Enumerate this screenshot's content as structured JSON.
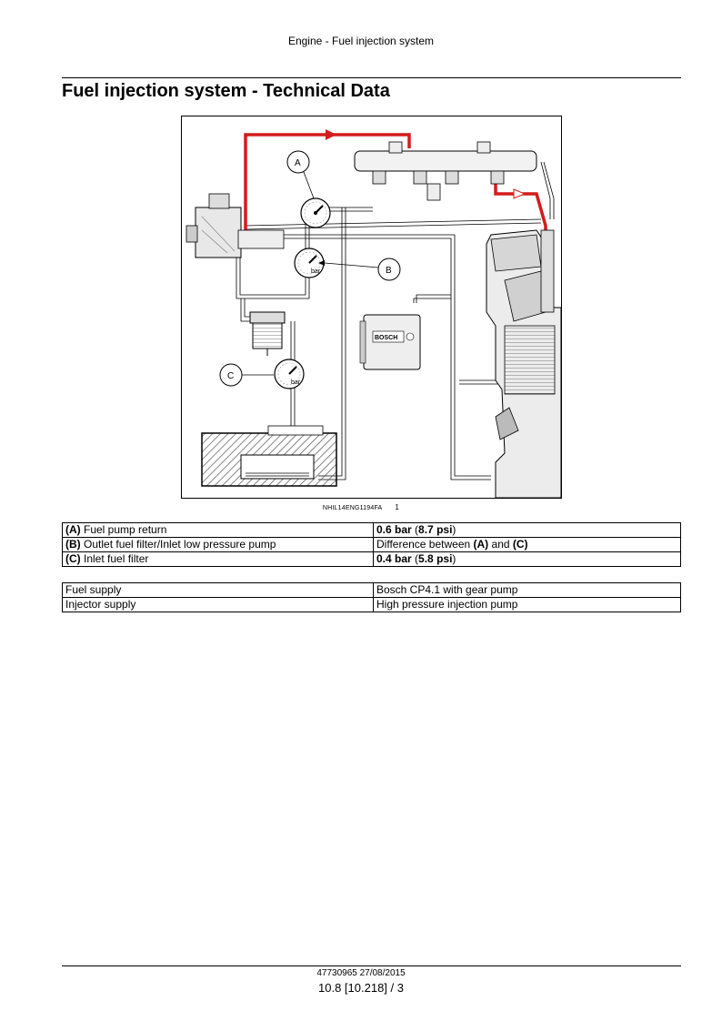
{
  "header": {
    "title": "Engine - Fuel injection system"
  },
  "page_title": "Fuel injection system - Technical Data",
  "figure": {
    "labels": {
      "a": "A",
      "b": "B",
      "c": "C"
    },
    "gauge_unit": "bar",
    "ecu_brand": "BOSCH",
    "caption_code": "NHIL14ENG1194FA",
    "caption_number": "1",
    "colors": {
      "high_pressure": "#d41c1c",
      "line": "#000000",
      "hatch": "#555555"
    }
  },
  "table_1": {
    "rows": [
      {
        "key": "(A)",
        "label": " Fuel pump return",
        "value_parts": [
          {
            "text": "0.6 bar",
            "bold": true
          },
          {
            "text": " (",
            "bold": false
          },
          {
            "text": "8.7 psi",
            "bold": true
          },
          {
            "text": ")",
            "bold": false
          }
        ]
      },
      {
        "key": "(B)",
        "label": " Outlet fuel filter/Inlet low pressure pump",
        "value_parts": [
          {
            "text": "Difference between ",
            "bold": false
          },
          {
            "text": "(A)",
            "bold": true
          },
          {
            "text": " and ",
            "bold": false
          },
          {
            "text": "(C)",
            "bold": true
          }
        ]
      },
      {
        "key": "(C)",
        "label": " Inlet fuel filter",
        "value_parts": [
          {
            "text": "0.4 bar",
            "bold": true
          },
          {
            "text": " (",
            "bold": false
          },
          {
            "text": "5.8 psi",
            "bold": true
          },
          {
            "text": ")",
            "bold": false
          }
        ]
      }
    ]
  },
  "table_2": {
    "rows": [
      {
        "label": "Fuel supply",
        "value": "Bosch CP4.1 with gear pump"
      },
      {
        "label": "Injector supply",
        "value": "High pressure injection pump"
      }
    ]
  },
  "footer": {
    "doc_ref": "47730965 27/08/2015",
    "page_ref": "10.8 [10.218] / 3"
  }
}
